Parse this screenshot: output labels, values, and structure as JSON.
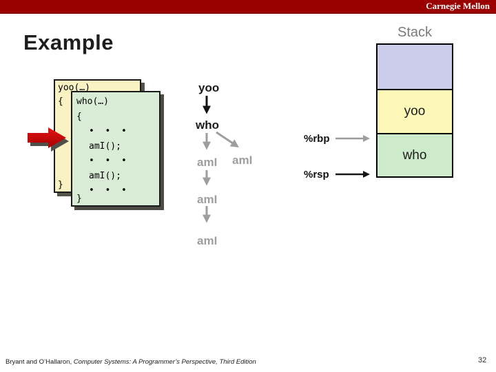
{
  "banner": {
    "brand": "Carnegie Mellon",
    "color": "#9B0000"
  },
  "title": "Example",
  "stack": {
    "heading": "Stack",
    "frames": [
      {
        "label": "",
        "color": "#CBCBEA"
      },
      {
        "label": "yoo",
        "color": "#FDF8B8"
      },
      {
        "label": "who",
        "color": "#CDEACB"
      }
    ],
    "registers": [
      {
        "name": "%rbp",
        "arrow_color": "#9B9B9B"
      },
      {
        "name": "%rsp",
        "arrow_color": "#111111"
      }
    ]
  },
  "cards": {
    "yoo": {
      "lines": [
        "yoo(…)",
        "{"
      ],
      "closing": "}",
      "color": "#F9F3C4"
    },
    "who": {
      "lines": [
        "who(…)",
        "{",
        "•  •  •",
        "amI();",
        "•  •  •",
        "amI();",
        "•  •  •"
      ],
      "closing": "}",
      "color": "#D9EDD6"
    }
  },
  "call_chain": {
    "nodes": [
      {
        "label": "yoo",
        "state": "active"
      },
      {
        "label": "who",
        "state": "active"
      },
      {
        "label": "amI",
        "state": "future"
      },
      {
        "label": "amI",
        "state": "future"
      },
      {
        "label": "amI",
        "state": "future"
      },
      {
        "label": "amI",
        "state": "future"
      }
    ],
    "active_color": "#1b1b1b",
    "future_color": "#9e9e9e",
    "pointer_color": "#CD0000"
  },
  "footer": {
    "authors": "Bryant and O’Hallaron, ",
    "book": "Computer Systems: A Programmer’s Perspective, Third Edition",
    "page": "32"
  }
}
